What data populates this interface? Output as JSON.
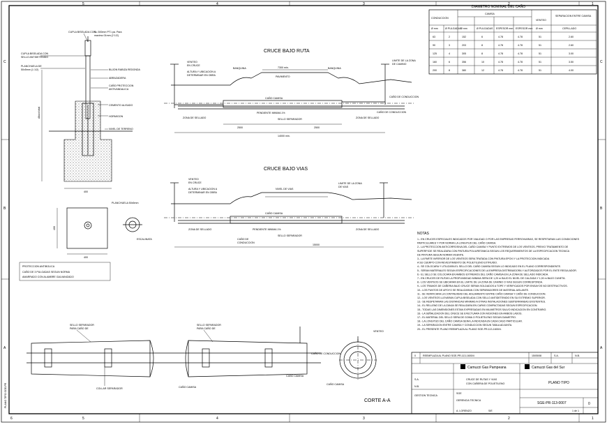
{
  "frame": {
    "top_numbers": [
      "5",
      "4",
      "3",
      "2",
      "1"
    ],
    "bottom_numbers": [
      "6",
      "5",
      "4",
      "3",
      "2",
      "1"
    ],
    "left_letters": [
      "C",
      "B",
      "A"
    ],
    "right_letters": [
      "C",
      "B",
      "A"
    ]
  },
  "pole_detail": {
    "top_label": "Su 300mm PT1 pa. Para",
    "top_label2": "maximo 01mm (2 1/2)",
    "labels": [
      "CUPLA BISELADA CON",
      "SELLO ANTIDETENIDO",
      "PLANCHUELA DE",
      "50x5mm (1 1/2)",
      "BUJON RABIZA REDONDA",
      "ABRAZADERA",
      "CAÑO PROTECCION",
      "ANTIVANDALICA",
      "CEMENTO ALISADO",
      "HORMIGON",
      "NIVEL DE TERRENO"
    ],
    "dimensions": [
      "400",
      "400"
    ],
    "vertical_label": "Altura total",
    "plate_label": "PLANCHUELA 50x5mm",
    "side_label": "ESCALINATA"
  },
  "notes_box": {
    "title": "PROTECCION ANTIBOLICA",
    "lines": [
      "CAÑO DE 3 PULGADAS SEGUN NORMA",
      "AMARRADO CON ALAMBRE GALVANIZADO"
    ]
  },
  "cruce_ruta": {
    "title": "CRUCE BAJO RUTA",
    "labels": [
      "VENTEO",
      "EN CRUCE",
      "ALTURA Y UBICACION A",
      "DETERMINAR EN OBRA",
      "BANQUINA",
      "PAVIMENTO",
      "BANQUINA",
      "LIMITE DE LA ZONA",
      "DE CAMINO",
      "CAÑO CAMISA",
      "CAÑO DE CONDUCCION",
      "ZONA DE SELLADO",
      "ZONA DE SELLADO",
      "PENDIENTE MINIMA 1%",
      "SELLO SEPARADOR",
      "CAÑO DE CONDUCCION"
    ],
    "dimensions": [
      "7300 min.",
      "2500",
      "2500",
      "14000 min."
    ]
  },
  "cruce_vias": {
    "title": "CRUCE BAJO VIAS",
    "labels": [
      "VENTEO",
      "EN CRUCE",
      "ALTURA Y UBICACION A",
      "DETERMINAR EN OBRA",
      "NIVEL DE VIAS",
      "LIMITE DE LA ZONA",
      "DE VIAS",
      "CAÑO CAMISA",
      "ZONA DE SELLADO",
      "ZONA DE SELLADO",
      "PENDIENTE MINIMA 1%",
      "SELLO SEPARADOR",
      "CAÑO DE",
      "CONDUCCION"
    ],
    "dimensions": [
      "15000"
    ]
  },
  "diameter_table": {
    "title": "DIAMETRO NOMINAL DEL CAÑO",
    "headers": {
      "conduccion": "CONDUCCION",
      "camisa": "CAMISA",
      "venteo": "VENTEO",
      "separacion": "SEPARACION ENTRE CAMISA"
    },
    "sub_headers": [
      "Ø mm",
      "Ø PULGADAS",
      "Ø mm",
      "Ø PULGADAS",
      "ESPESOR mm",
      "ESPESOR mm",
      "Ø mm",
      "CEPILLADO"
    ],
    "rows": [
      [
        "63",
        "2",
        "152",
        "6",
        "4.78",
        "4.78",
        "51",
        "2.60"
      ],
      [
        "90",
        "3",
        "203",
        "8",
        "4.78",
        "4.78",
        "51",
        "2.60"
      ],
      [
        "125",
        "4",
        "305",
        "8",
        "4.78",
        "4.78",
        "51",
        "3.00"
      ],
      [
        "160",
        "6",
        "356",
        "10",
        "4.78",
        "4.78",
        "51",
        "3.50"
      ],
      [
        "200",
        "8",
        "380",
        "12",
        "4.78",
        "4.78",
        "51",
        "4.00"
      ]
    ]
  },
  "notas": {
    "title": "NOTAS",
    "lines": [
      "1.- EN CRUCES ESPECIALES INDICADOS POR VIALIDAD O POR LAS EMPRESAS FERROVIARIAS, SE RESPETARAN LAS CONDICIONES",
      "PARTICULARES Y POR NORMA LA LONGITUD DEL CAÑO CAMISA.",
      "2.- LA PROTECCION ANTICORROSIVA DEL CAÑO CAMISA Y PUNTO EXTREMOS DE LOS VENTEOS, PREVIO TRATAMIENTO DE",
      "SUPERFICIE SE REALIZARA CON PINTURA POLIURETANICA SEGUN LOS REQUERIMIENTOS DE LA ESPECIFICACION TECNICA",
      "DE PINTURA SEGUN NORMA VIGENTE.",
      "3.- LA PARTE INFERIOR DE LOS VENTEOS SERA TRATADA CON PINTURA EPOXI Y LA PROTECCION INDICADA",
      "A SU CUERPO CON REVESTIMIENTO DE POLIETILENO EXTRUIDO.",
      "4.- SE COLOCARA Y UTILIZARA EL SELLO DEL CAÑO CAMISA SEGUN LO INDICADO EN EL PLANO CORRESPONDIENTE.",
      "5.- SERAN MATERIALES SEGUN ESPECIFICACIONES DE LA EMPRESA DISTRIBUIDORA Y AUTORIZADOS POR EL ENTE REGULADOR.",
      "6.- EL SELLO SE COLOCARA EN AMBOS EXTREMOS DEL CAÑO CAMISA EN LA ZONA DE SELLADO INDICADA.",
      "7.- EN CRUCES DE RUTAS LA PROFUNDIDAD MINIMA SERA DE 1,20 m BAJO EL NIVEL DE CALZADA Y 1,00 m BAJO CUNETA.",
      "8.- LOS VENTEOS SE UBICARAN EN EL LIMITE DE LA ZONA DE CAMINO O VIAS SEGUN CORRESPONDA.",
      "9.- LOS TRAMOS DE CAÑERIA BAJO CRUCE SERAN SOLDADOS A TOPE Y VERIFICADOS POR ENSAYOS NO DESTRUCTIVOS.",
      "10.- LOS PUNTOS DE APOYO SE REALIZARAN CON SEPARADORES DE MATERIAL AISLANTE.",
      "11.- SE VERIFICARA LA CONTINUIDAD DEL AISLAMIENTO ENTRE CAÑO CAMISA Y CAÑO DE CONDUCCION.",
      "12.- LOS VENTEOS LLEVARAN CUPLA BISELADA CON SELLO ANTIDETENIDO EN SU EXTREMO SUPERIOR.",
      "13.- SE RESPETARAN LAS DISTANCIAS MINIMAS A OTRAS INSTALACIONES SUBTERRANEAS EXISTENTES.",
      "14.- EL RELLENO DE LA ZANJA SE REALIZARA EN CAPAS COMPACTADAS SEGUN ESPECIFICACION.",
      "15.- TODAS LAS DIMENSIONES ESTAN EXPRESADAS EN MILIMETROS SALVO INDICACION EN CONTRARIO.",
      "16.- LA SEÑALIZACION DEL CRUCE SE EFECTUARA CON MOJONES EN AMBOS LADOS.",
      "17.- EL MATERIAL DEL SELLO SERA DE GOMA O POLIETILENO SEGUN DIAMETRO.",
      "18.- LA LONGITUD DEL CAÑO CAMISA SERA LA INDICADA EN CADA CASO PARTICULAR.",
      "19.- LA SEPARACION ENTRE CAMISA Y CONDUCCION SEGUN TABLA ADJUNTA.",
      "20.- EL PRESENTE PLANO REEMPLAZA AL PLANO SGE-PR-113-1600/4."
    ]
  },
  "bottom_detail": {
    "labels": [
      "SELLO SEPARADOR",
      "PARA CAÑO DE",
      "SELLO SEPARADOR",
      "PARA CAÑO DE",
      "CAÑO DE CONDUCCION",
      "CAÑO CAMISA",
      "COLLAR SEPARADOR",
      "CAÑO CAMISA",
      "VENTEO",
      "CAÑO CAMISA"
    ],
    "section_label": "CORTE A-A"
  },
  "title_block": {
    "revision_text": "REEMPLAZA AL PLANO SGE-PR-113-1600/4",
    "revision_no": "0",
    "revision_date": "15/05/08",
    "revision_by": "S.A.",
    "revision_check": "N.B.",
    "company": "Camuzzi Gas Pampeana",
    "company2": "Camuzzi Gas del Sur",
    "drawing_title": "CRUCE DE RUTAS Y VIAS",
    "drawing_title2": "CON CAÑERIA DE POLIETILENO",
    "drawing_type": "PLANO TIPO",
    "drawing_number": "SGE-PR-113-0007",
    "revision_letter": "0",
    "sheet": "1 de 1",
    "scale": "S/E",
    "department": "GERENCIA TECNICA",
    "drawn_by": "S.A.",
    "checked_by": "N.B.",
    "approved_by": "A. LORENZO",
    "dept2": "GESTION TECNICA",
    "code": "SGE"
  },
  "side_stamp": "PLANO TIPO SGE-PR"
}
